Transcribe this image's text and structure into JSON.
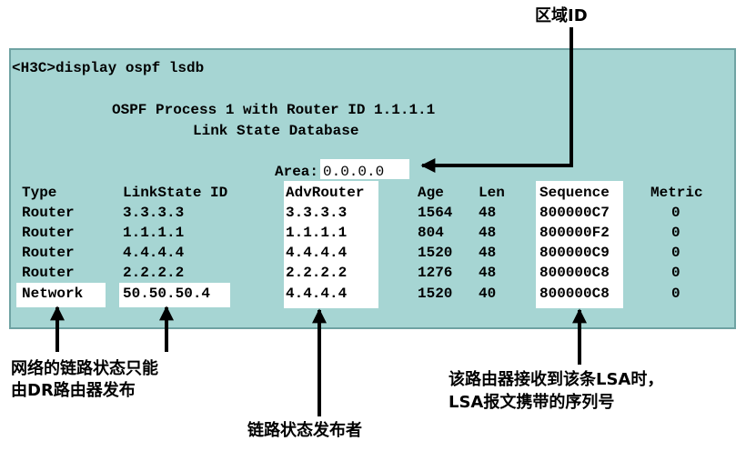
{
  "terminal": {
    "command": "<H3C>display ospf lsdb",
    "process_line": "OSPF Process 1 with Router ID 1.1.1.1",
    "db_title": "Link State Database",
    "area_label": "Area:",
    "area_value": "0.0.0.0",
    "columns": [
      "Type",
      "LinkState ID",
      "AdvRouter",
      "Age",
      "Len",
      "Sequence",
      "Metric"
    ],
    "rows": [
      [
        "Router",
        "3.3.3.3",
        "3.3.3.3",
        "1564",
        "48",
        "800000C7",
        "0"
      ],
      [
        "Router",
        "1.1.1.1",
        "1.1.1.1",
        "804",
        "48",
        "800000F2",
        "0"
      ],
      [
        "Router",
        "4.4.4.4",
        "4.4.4.4",
        "1520",
        "48",
        "800000C9",
        "0"
      ],
      [
        "Router",
        "2.2.2.2",
        "2.2.2.2",
        "1276",
        "48",
        "800000C8",
        "0"
      ],
      [
        "Network",
        "50.50.50.4",
        "4.4.4.4",
        "1520",
        "40",
        "800000C8",
        "0"
      ]
    ]
  },
  "annotations": {
    "area_id": "区域ID",
    "network_note_1": "网络的链路状态只能",
    "network_note_2": "由DR路由器发布",
    "advertiser": "链路状态发布者",
    "sequence_note_1": "该路由器接收到该条LSA时，",
    "sequence_note_2": "LSA报文携带的序列号"
  },
  "colors": {
    "panel": "#a6d5d3",
    "highlight": "#ffffff",
    "text": "#000000"
  }
}
